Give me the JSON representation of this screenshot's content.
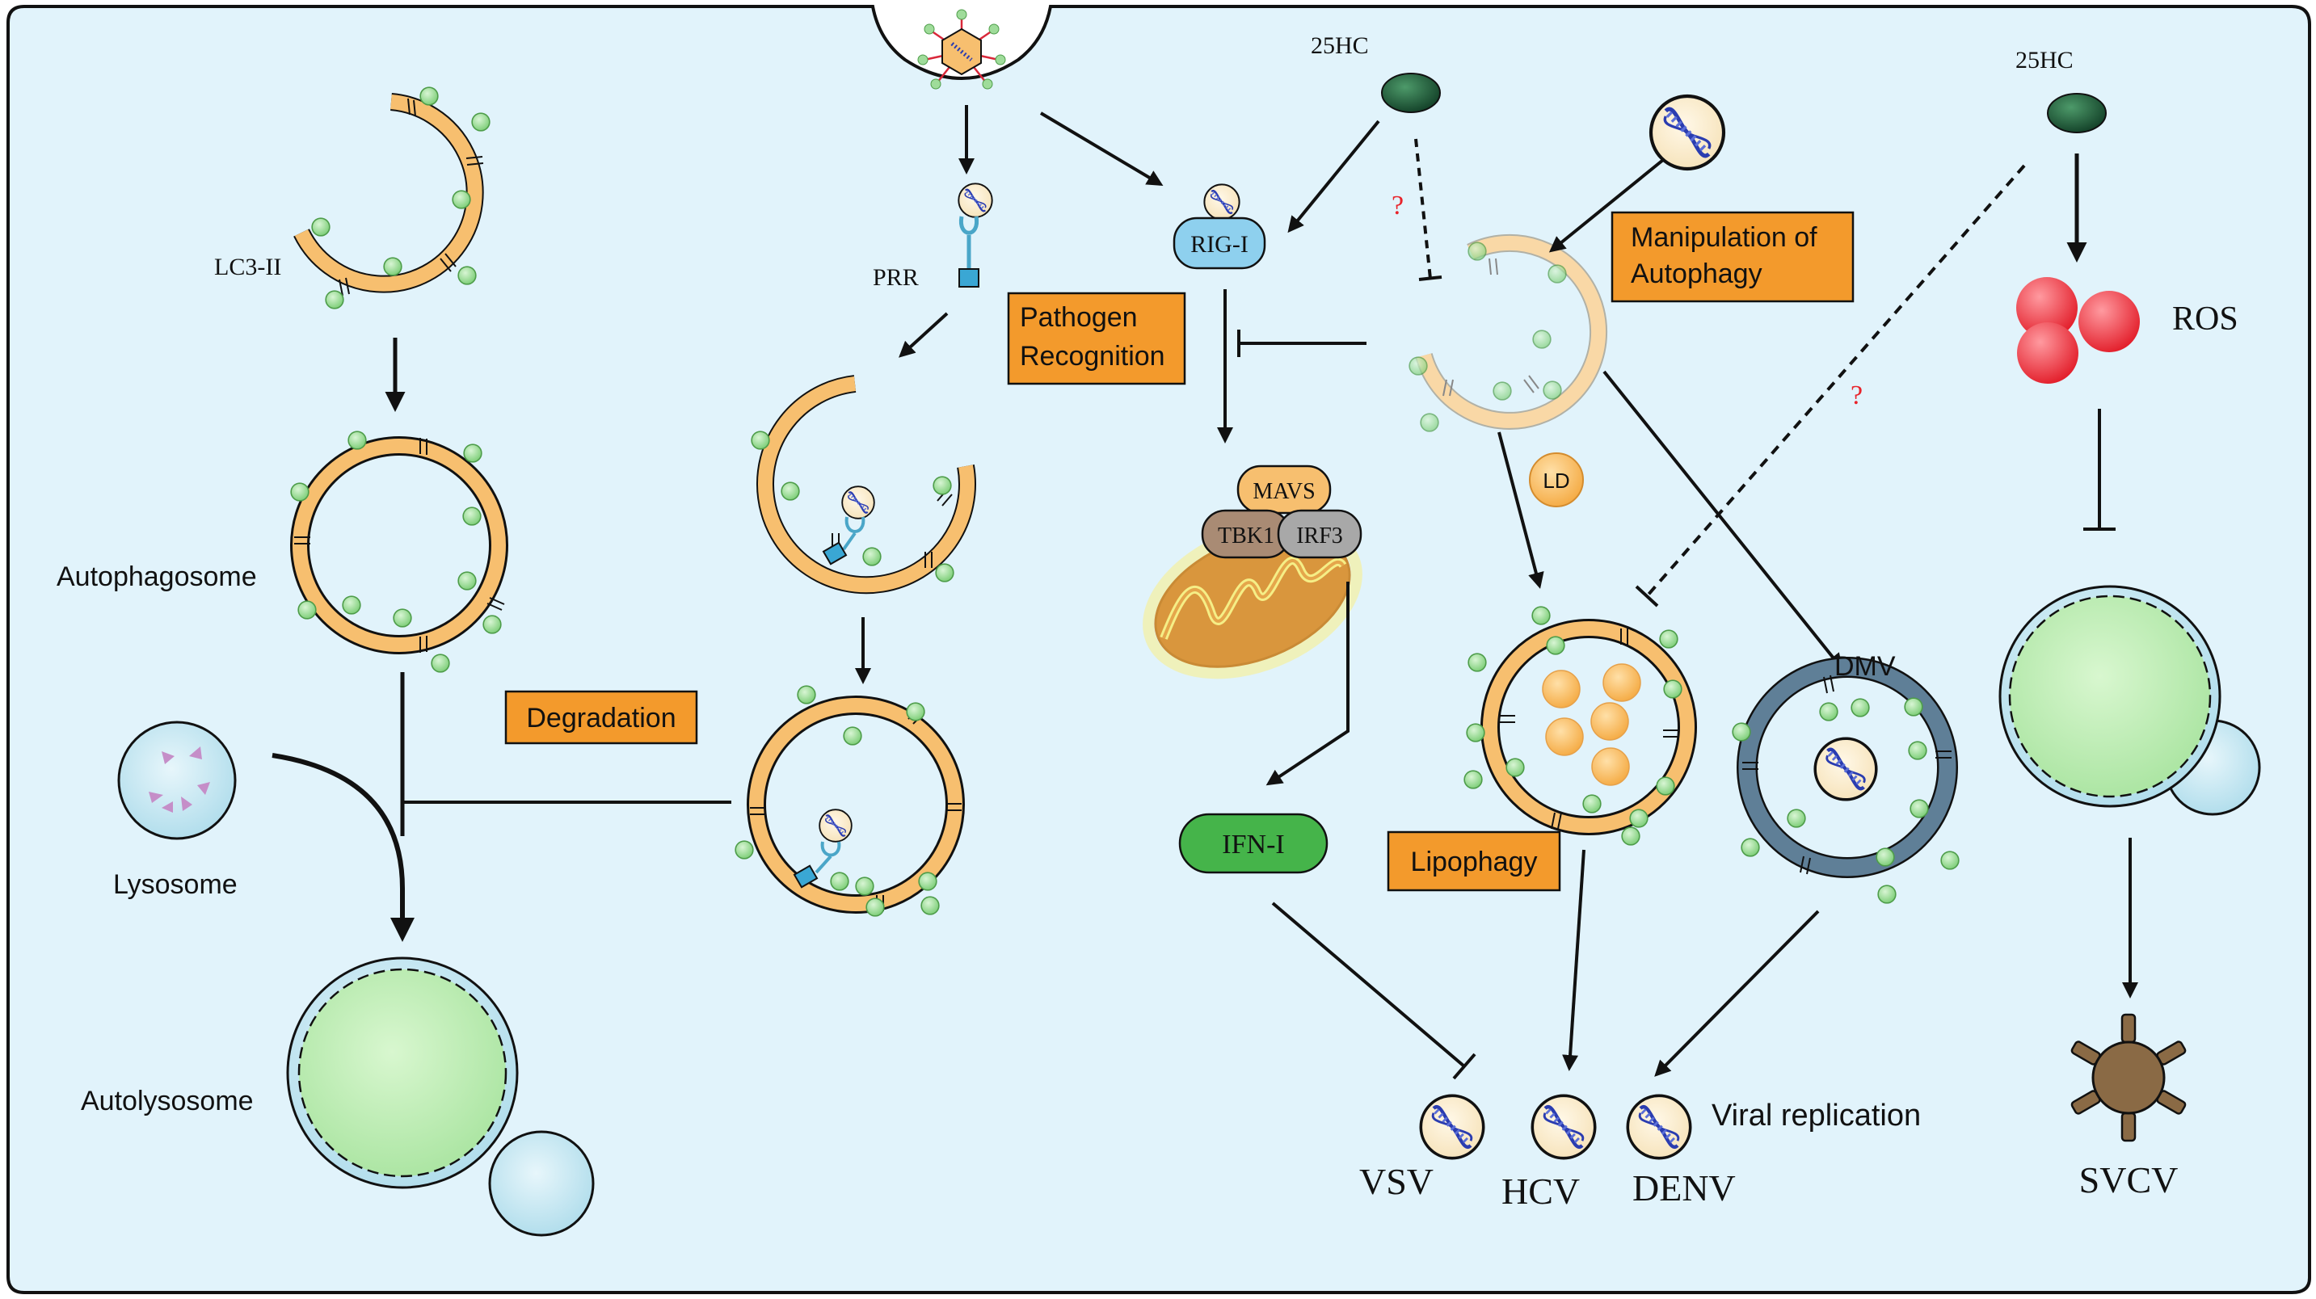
{
  "labels": {
    "lc3": "LC3-II",
    "autophagosome": "Autophagosome",
    "lysosome": "Lysosome",
    "autolysosome": "Autolysosome",
    "degradation": "Degradation",
    "prr": "PRR",
    "pathogen_recognition_1": "Pathogen",
    "pathogen_recognition_2": "Recognition",
    "rig_i": "RIG-I",
    "mavs": "MAVS",
    "tbk1": "TBK1",
    "irf3": "IRF3",
    "ifn": "IFN-I",
    "hc25_left": "25HC",
    "hc25_right": "25HC",
    "question_left": "?",
    "question_right": "?",
    "manip_1": "Manipulation of",
    "manip_2": "Autophagy",
    "ld": "LD",
    "lipophagy": "Lipophagy",
    "dmv": "DMV",
    "ros": "ROS",
    "vsv": "VSV",
    "hcv": "HCV",
    "denv": "DENV",
    "viral_replication": "Viral replication",
    "svcv": "SVCV"
  },
  "colors": {
    "cell_bg": "#e1f3fb",
    "membrane": "#f7bf6f",
    "membrane_pale": "#f9d8a6",
    "lc3": "#9fdc9a",
    "label_box": "#f39a2c",
    "rig_i": "#8ed0ee",
    "mavs": "#f7bf6f",
    "tbk1": "#a98b74",
    "irf3": "#a8a8a8",
    "ifn": "#45b44a",
    "hc25": "#1f5b3a",
    "ros": "#e8363f",
    "dmv": "#5f7f97",
    "svcv": "#8a6a45",
    "question": "#e8232a"
  }
}
